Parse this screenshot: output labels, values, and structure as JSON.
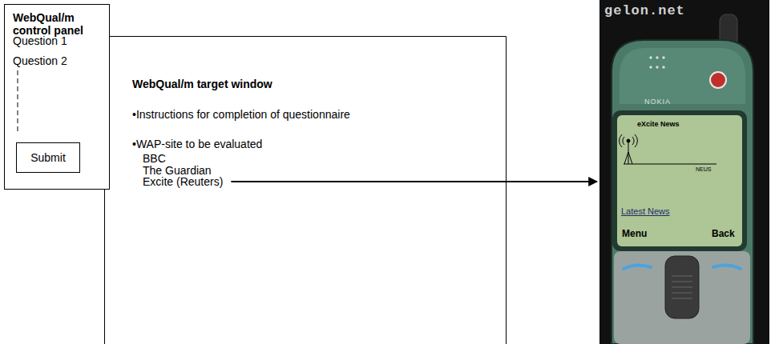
{
  "diagram": {
    "nodes": [
      {
        "text": [
          "WebQual/m control panel",
          "Question 1",
          "Question 2"
        ]
      },
      {
        "text": [
          "Submit"
        ],
        "in": 0
      },
      {
        "text": [
          "WebQual/m target window",
          "•Instructions for completion of questionnaire",
          "•WAP-site to be evaluated",
          "BBC",
          "The Guardian",
          "Excite (Reuters)"
        ]
      },
      {
        "text": [
          "gelon.net",
          "NOKIA",
          "eXcite News",
          "NEUS",
          "Latest News",
          "Menu",
          "Back"
        ]
      }
    ],
    "edges": [
      {
        "from": 2,
        "to": 3,
        "arrow": "to"
      }
    ]
  }
}
